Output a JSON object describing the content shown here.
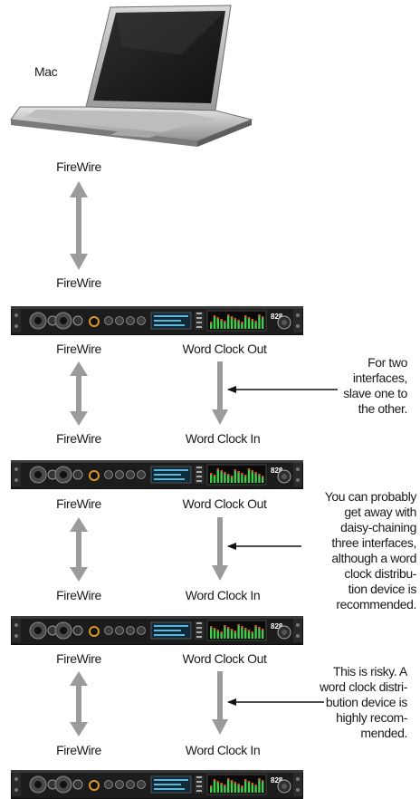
{
  "computer": {
    "label": "Mac"
  },
  "connections": {
    "firewire": "FireWire",
    "wc_out": "Word Clock Out",
    "wc_in": "Word Clock In"
  },
  "interface": {
    "model_badge": "828"
  },
  "notes": [
    "For two\ninterfaces,\nslave one to\nthe other.",
    "You can probably\nget away with\ndaisy-chaining\nthree interfaces,\nalthough a word\nclock distribu-\ntion device is\nrecommended.",
    "This is risky. A\nword clock distri-\nbution device is\nhighly recom-\nmended."
  ]
}
